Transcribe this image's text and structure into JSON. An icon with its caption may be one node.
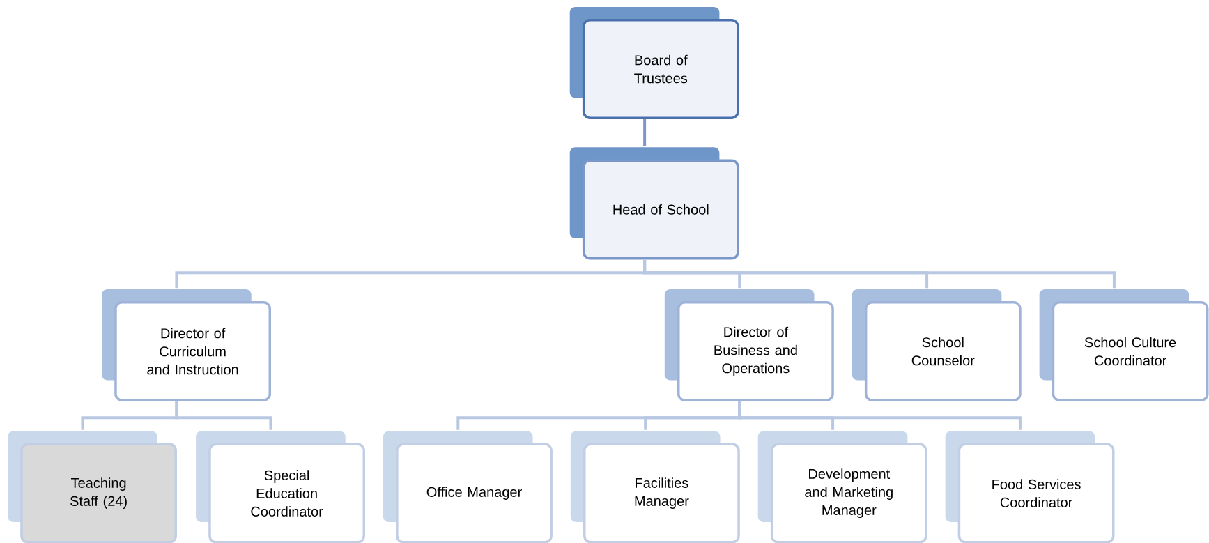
{
  "diagram": {
    "nodes": [
      {
        "text": [
          "Board of Trustees"
        ]
      },
      {
        "text": [
          "Head of School"
        ]
      },
      {
        "text": [
          "Director of Curriculum and Instruction"
        ]
      },
      {
        "text": [
          "Director of Business and Operations"
        ]
      },
      {
        "text": [
          "School Counselor"
        ]
      },
      {
        "text": [
          "School Culture Coordinator"
        ]
      },
      {
        "text": [
          "Teaching Staff (24)"
        ]
      },
      {
        "text": [
          "Special Education Coordinator"
        ]
      },
      {
        "text": [
          "Office Manager"
        ]
      },
      {
        "text": [
          "Facilities Manager"
        ]
      },
      {
        "text": [
          "Development and Marketing Manager"
        ]
      },
      {
        "text": [
          "Food Services Coordinator"
        ]
      }
    ],
    "edges": [
      {
        "from": 0,
        "to": 1,
        "arrow": "none",
        "color": "#7b98c9"
      },
      {
        "from": 1,
        "to": 2,
        "arrow": "none"
      },
      {
        "from": 1,
        "to": 3,
        "arrow": "none"
      },
      {
        "from": 1,
        "to": 4,
        "arrow": "none"
      },
      {
        "from": 1,
        "to": 5,
        "arrow": "none"
      },
      {
        "from": 2,
        "to": 6,
        "arrow": "none"
      },
      {
        "from": 2,
        "to": 7,
        "arrow": "none"
      },
      {
        "from": 3,
        "to": 8,
        "arrow": "none"
      },
      {
        "from": 3,
        "to": 9,
        "arrow": "none"
      },
      {
        "from": 3,
        "to": 10,
        "arrow": "none"
      },
      {
        "from": 3,
        "to": 11,
        "arrow": "none"
      }
    ]
  }
}
